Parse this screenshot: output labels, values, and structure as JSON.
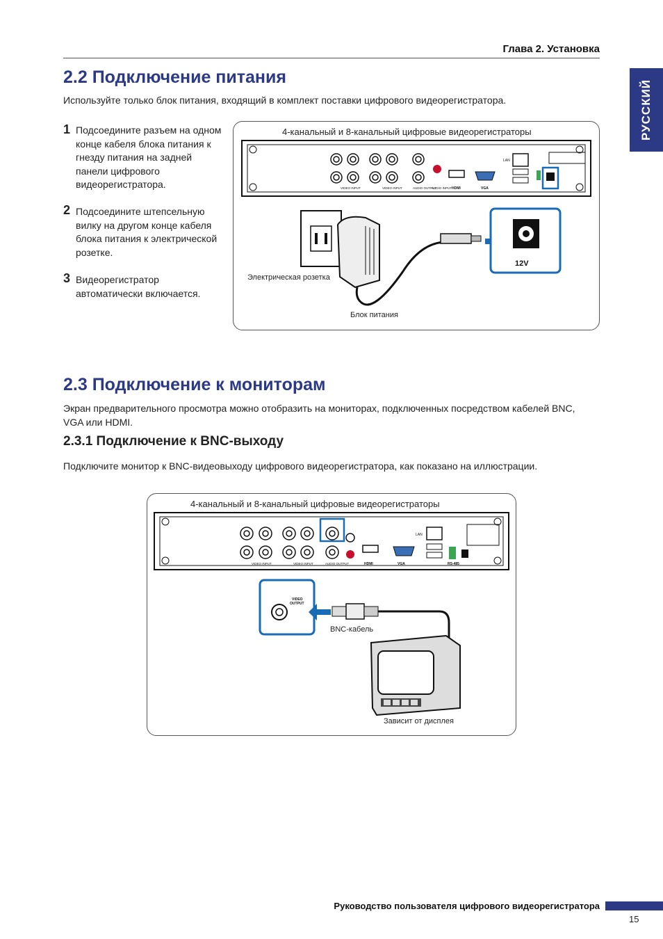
{
  "header": {
    "chapter": "Глава 2. Установка",
    "language_tab": "РУССКИЙ"
  },
  "section_power": {
    "heading": "2.2 Подключение питания",
    "intro": "Используйте только блок питания, входящий в комплект поставки цифрового видеорегистратора.",
    "steps": [
      {
        "num": "1",
        "text": "Подсоедините разъем на одном конце кабеля блока питания к гнезду питания на задней панели цифрового видеорегистратора."
      },
      {
        "num": "2",
        "text": "Подсоедините штепсельную вилку на другом конце кабеля блока питания к электрической розетке."
      },
      {
        "num": "3",
        "text": "Видеорегистратор автоматически включается."
      }
    ],
    "figure": {
      "caption": "4-канальный и 8-канальный цифровые видеорегистраторы",
      "outlet_label": "Электрическая розетка",
      "adapter_label": "Блок питания",
      "voltage": "12V"
    }
  },
  "section_monitors": {
    "heading": "2.3 Подключение к мониторам",
    "intro": "Экран предварительного просмотра можно отобразить на мониторах, подключенных посредством кабелей BNC, VGA или HDMI.",
    "subheading": "2.3.1 Подключение к BNC-выходу",
    "sub_intro": "Подключите монитор к BNC-видеовыходу цифрового видеорегистратора, как показано на иллюстрации.",
    "figure": {
      "caption": "4-канальный и 8-канальный цифровые видеорегистраторы",
      "bnc_label": "BNC-кабель",
      "display_label": "Зависит от дисплея",
      "video_output": "VIDEO OUTPUT"
    }
  },
  "panel_labels": {
    "video_input": "VIDEO INPUT",
    "audio_output": "AUDIO OUTPUT",
    "audio_input": "AUDIO INPUT",
    "hdmi": "HDMI",
    "vga": "VGA",
    "lan": "LAN",
    "rs485": "RS-485"
  },
  "footer": {
    "title": "Руководство пользователя цифрового видеорегистратора",
    "page": "15"
  },
  "colors": {
    "accent": "#2c3a85",
    "highlight": "#1a6bb5"
  }
}
